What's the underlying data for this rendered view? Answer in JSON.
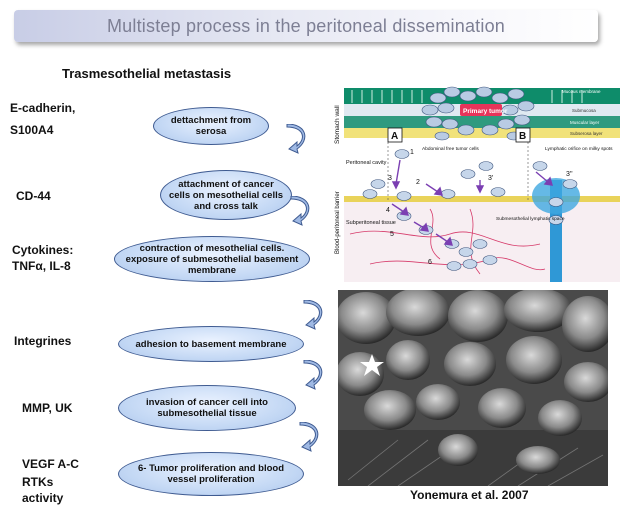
{
  "title": "Multistep process in the peritoneal dissemination",
  "subtitle": "Trasmesothelial metastasis",
  "labels": {
    "ecadherin": "E-cadherin,",
    "s100a4": "S100A4",
    "cd44": "CD-44",
    "cytokines": "Cytokines:",
    "tnf": "TNFα, IL-8",
    "integrines": "Integrines",
    "mmp": "MMP, UK",
    "vegf": "VEGF A-C",
    "rtks": "RTKs",
    "activity": "activity"
  },
  "steps": [
    "dettachment from serosa",
    "attachment of cancer cells on mesothelial cells and cross talk",
    "contraction of mesothelial cells. exposure of submesothelial basement membrane",
    "adhesion to basement membrane",
    "invasion of cancer cell into submesothelial tissue",
    "6- Tumor proliferation and blood vessel proliferation"
  ],
  "diagram": {
    "stomach_wall": "Stomach wall",
    "barrier": "Blood-peritoneal barrier",
    "mucous": "Mucous membrane",
    "submucosa": "Submucosa",
    "muscular": "Muscular layer",
    "subserosa": "Subserosa layer",
    "primary": "Primary tumor",
    "a": "A",
    "b": "B",
    "abdominal": "Abdominal free tumor cells",
    "cavity": "Peritoneal cavity",
    "subperitoneal": "Subperitoneal tissue",
    "lymphatic_orifice": "Lymphatic orifice on milky spots",
    "submesothelial": "Submesothelial lymphatic space",
    "n1": "1",
    "n2": "2",
    "n3": "3",
    "n3p": "3'",
    "n3pp": "3''",
    "n4": "4",
    "n5": "5",
    "n6": "6"
  },
  "credit": "Yonemura et al. 2007"
}
